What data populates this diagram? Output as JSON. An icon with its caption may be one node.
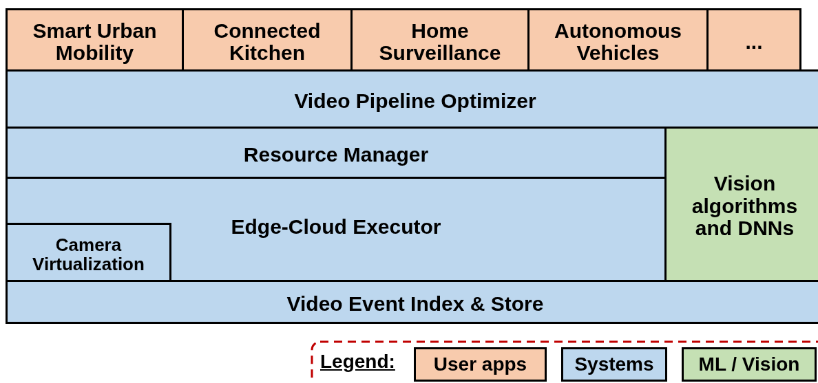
{
  "diagram": {
    "nodes": [
      {
        "text": [
          "Smart Urban Mobility"
        ]
      },
      {
        "text": [
          "Connected Kitchen"
        ]
      },
      {
        "text": [
          "Home Surveillance"
        ]
      },
      {
        "text": [
          "Autonomous Vehicles"
        ]
      },
      {
        "text": [
          "..."
        ]
      },
      {
        "text": [
          "Video Pipeline Optimizer"
        ]
      },
      {
        "text": [
          "Resource Manager"
        ]
      },
      {
        "text": [
          "Vision algorithms and DNNs"
        ]
      },
      {
        "text": [
          "Edge-Cloud Executor"
        ]
      },
      {
        "text": [
          "Camera Virtualization"
        ],
        "in": 8
      },
      {
        "text": [
          "Video Event Index & Store"
        ]
      }
    ],
    "edges": [],
    "labels": [
      "Legend:"
    ],
    "legend": [
      {
        "text": "User apps",
        "color": "#f8cbad"
      },
      {
        "text": "Systems",
        "color": "#bdd7ee"
      },
      {
        "text": "ML / Vision",
        "color": "#c5e0b4"
      }
    ]
  }
}
